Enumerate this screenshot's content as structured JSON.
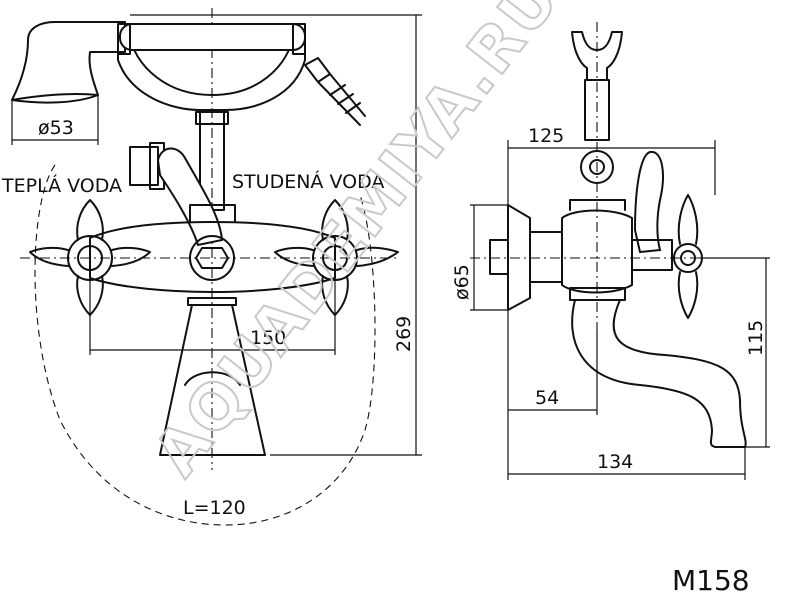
{
  "watermark": "AQUADEMIYA.RU",
  "labels": {
    "warm_water": "TEPLÁ VODA",
    "cold_water": "STUDENÁ VODA",
    "diameter_53": "ø53",
    "spacing_150": "150",
    "height_269": "269",
    "shower_hose": "L=120",
    "depth_125": "125",
    "diameter_65": "ø65",
    "height_115": "115",
    "spout_54": "54",
    "spout_134": "134"
  },
  "model_code": "M158"
}
